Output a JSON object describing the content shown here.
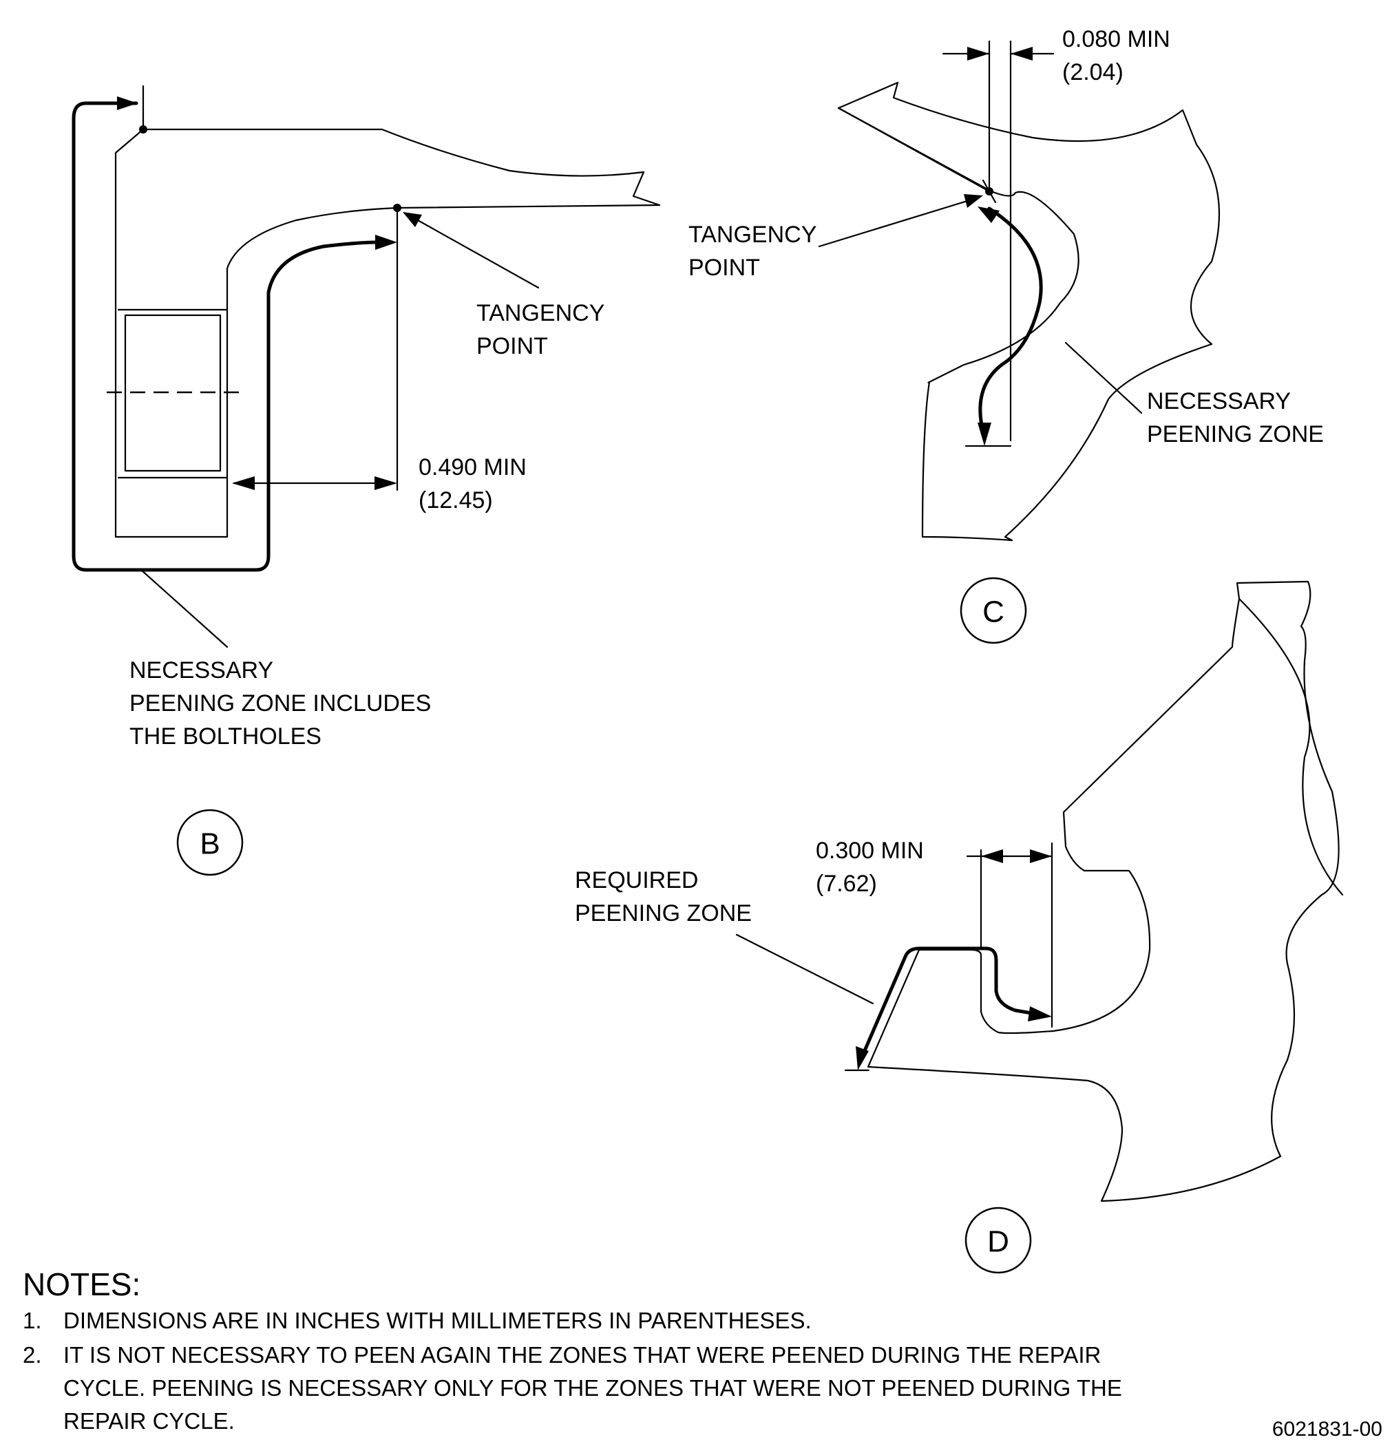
{
  "view_b": {
    "view_label": "B",
    "tangency_label": [
      "TANGENCY",
      "POINT"
    ],
    "dimension": [
      "0.490 MIN",
      "(12.45)"
    ],
    "zone_label": [
      "NECESSARY",
      "PEENING ZONE INCLUDES",
      "THE BOLTHOLES"
    ]
  },
  "view_c": {
    "view_label": "C",
    "tangency_label": [
      "TANGENCY",
      "POINT"
    ],
    "dimension": [
      "0.080 MIN",
      "(2.04)"
    ],
    "zone_label": [
      "NECESSARY",
      "PEENING ZONE"
    ]
  },
  "view_d": {
    "view_label": "D",
    "dimension": [
      "0.300 MIN",
      "(7.62)"
    ],
    "zone_label": [
      "REQUIRED",
      "PEENING ZONE"
    ]
  },
  "notes": {
    "title": "NOTES:",
    "items": [
      {
        "num": "1.",
        "lines": [
          "DIMENSIONS ARE IN INCHES WITH MILLIMETERS IN PARENTHESES."
        ]
      },
      {
        "num": "2.",
        "lines": [
          "IT IS NOT NECESSARY TO PEEN AGAIN THE ZONES THAT WERE PEENED DURING THE REPAIR",
          "CYCLE.  PEENING IS NECESSARY ONLY FOR THE ZONES THAT WERE NOT PEENED DURING THE",
          "REPAIR CYCLE."
        ]
      }
    ]
  },
  "figure_number": "6021831-00"
}
